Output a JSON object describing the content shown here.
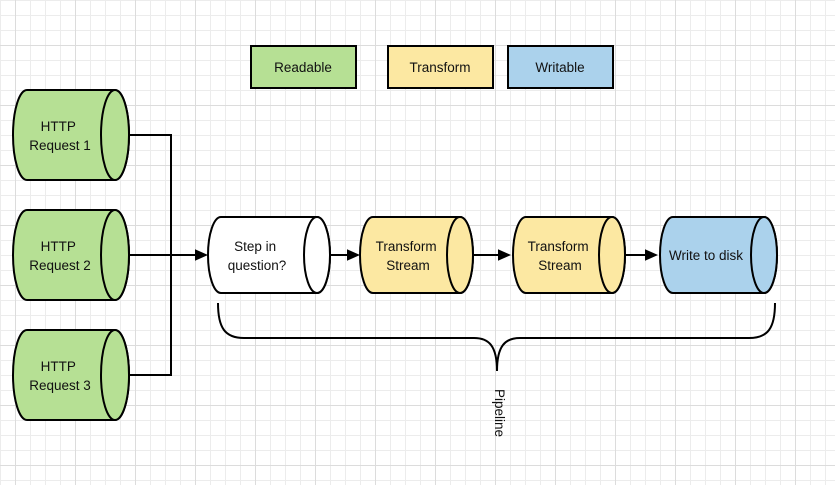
{
  "colors": {
    "readable_green": "#b6e094",
    "transform_yellow": "#fce8a2",
    "writable_blue": "#abd2ec",
    "plain_white": "#ffffff",
    "stroke_black": "#000000"
  },
  "legend": {
    "items": [
      {
        "label": "Readable"
      },
      {
        "label": "Transform"
      },
      {
        "label": "Writable"
      }
    ]
  },
  "nodes": {
    "source1": {
      "line1": "HTTP",
      "line2": "Request 1"
    },
    "source2": {
      "line1": "HTTP",
      "line2": "Request 2"
    },
    "source3": {
      "line1": "HTTP",
      "line2": "Request 3"
    },
    "step": {
      "line1": "Step in",
      "line2": "question?"
    },
    "transform1": {
      "line1": "Transform",
      "line2": "Stream"
    },
    "transform2": {
      "line1": "Transform",
      "line2": "Stream"
    },
    "sink": {
      "label": "Write to disk"
    }
  },
  "annotations": {
    "brace_label": "Pipeline"
  }
}
